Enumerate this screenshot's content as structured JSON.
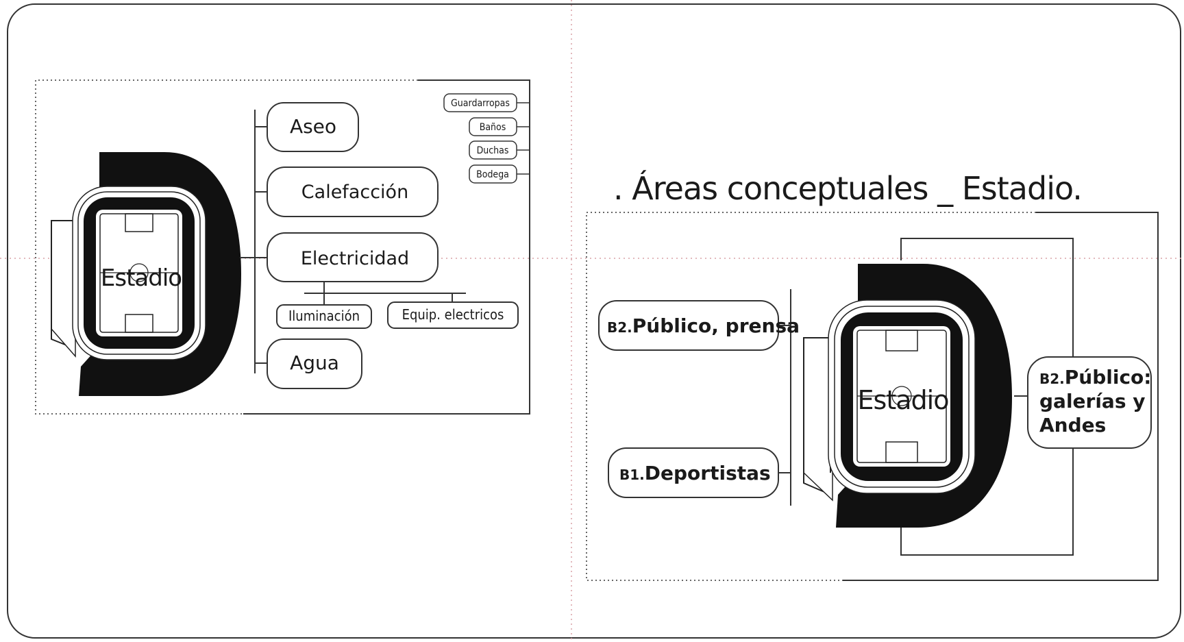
{
  "colors": {
    "ink": "#1a1a1a",
    "guide": "#d9a0a6",
    "dot": "#666666"
  },
  "title": ". Áreas conceptuales _ Estadio.",
  "left_diagram": {
    "stadium_label": "Estadio",
    "aseo": "Aseo",
    "aseo_items": [
      "Guardarropas",
      "Baños",
      "Duchas",
      "Bodega"
    ],
    "calefaccion": "Calefacción",
    "electricidad": "Electricidad",
    "iluminacion": "Iluminación",
    "equip": "Equip. electricos",
    "agua": "Agua"
  },
  "right_diagram": {
    "stadium_label": "Estadio",
    "publico_prensa": {
      "prefix": "B2.",
      "text": "Público, prensa"
    },
    "deportistas": {
      "prefix": "B1.",
      "text": "Deportistas"
    },
    "galerias": {
      "prefix": "B2.",
      "line1": "Público:",
      "line2": "galerías y",
      "line3": "Andes"
    }
  }
}
